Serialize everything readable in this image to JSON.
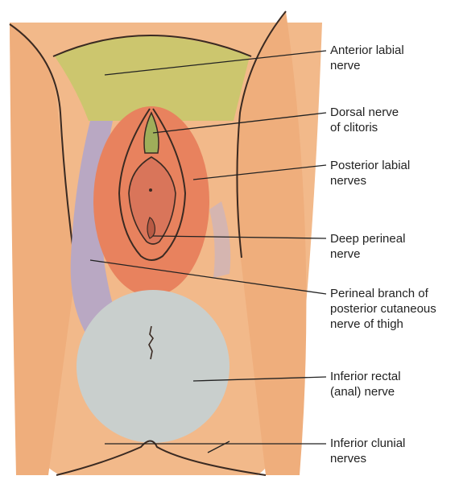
{
  "labels": {
    "anterior_labial": "Anterior labial\nnerve",
    "dorsal_clitoris": "Dorsal nerve\nof clitoris",
    "posterior_labial": "Posterior labial\nnerves",
    "deep_perineal": "Deep perineal\nnerve",
    "perineal_branch": "Perineal branch of\nposterior cutaneous\nnerve of thigh",
    "inferior_rectal": "Inferior rectal\n(anal) nerve",
    "inferior_clunial": "Inferior clunial\nnerves"
  },
  "colors": {
    "skin": "#f2b98a",
    "skin_shadow": "#e6a06f",
    "anterior_labial_zone": "#c8c86a",
    "posterior_labial_zone": "#e8825e",
    "perineal_branch_zone": "#b9a8c3",
    "inferior_rectal_zone": "#c9cfcd",
    "dorsal_nerve_zone": "#9fae5a",
    "outline": "#3a2a22",
    "leader_line": "#222222"
  }
}
